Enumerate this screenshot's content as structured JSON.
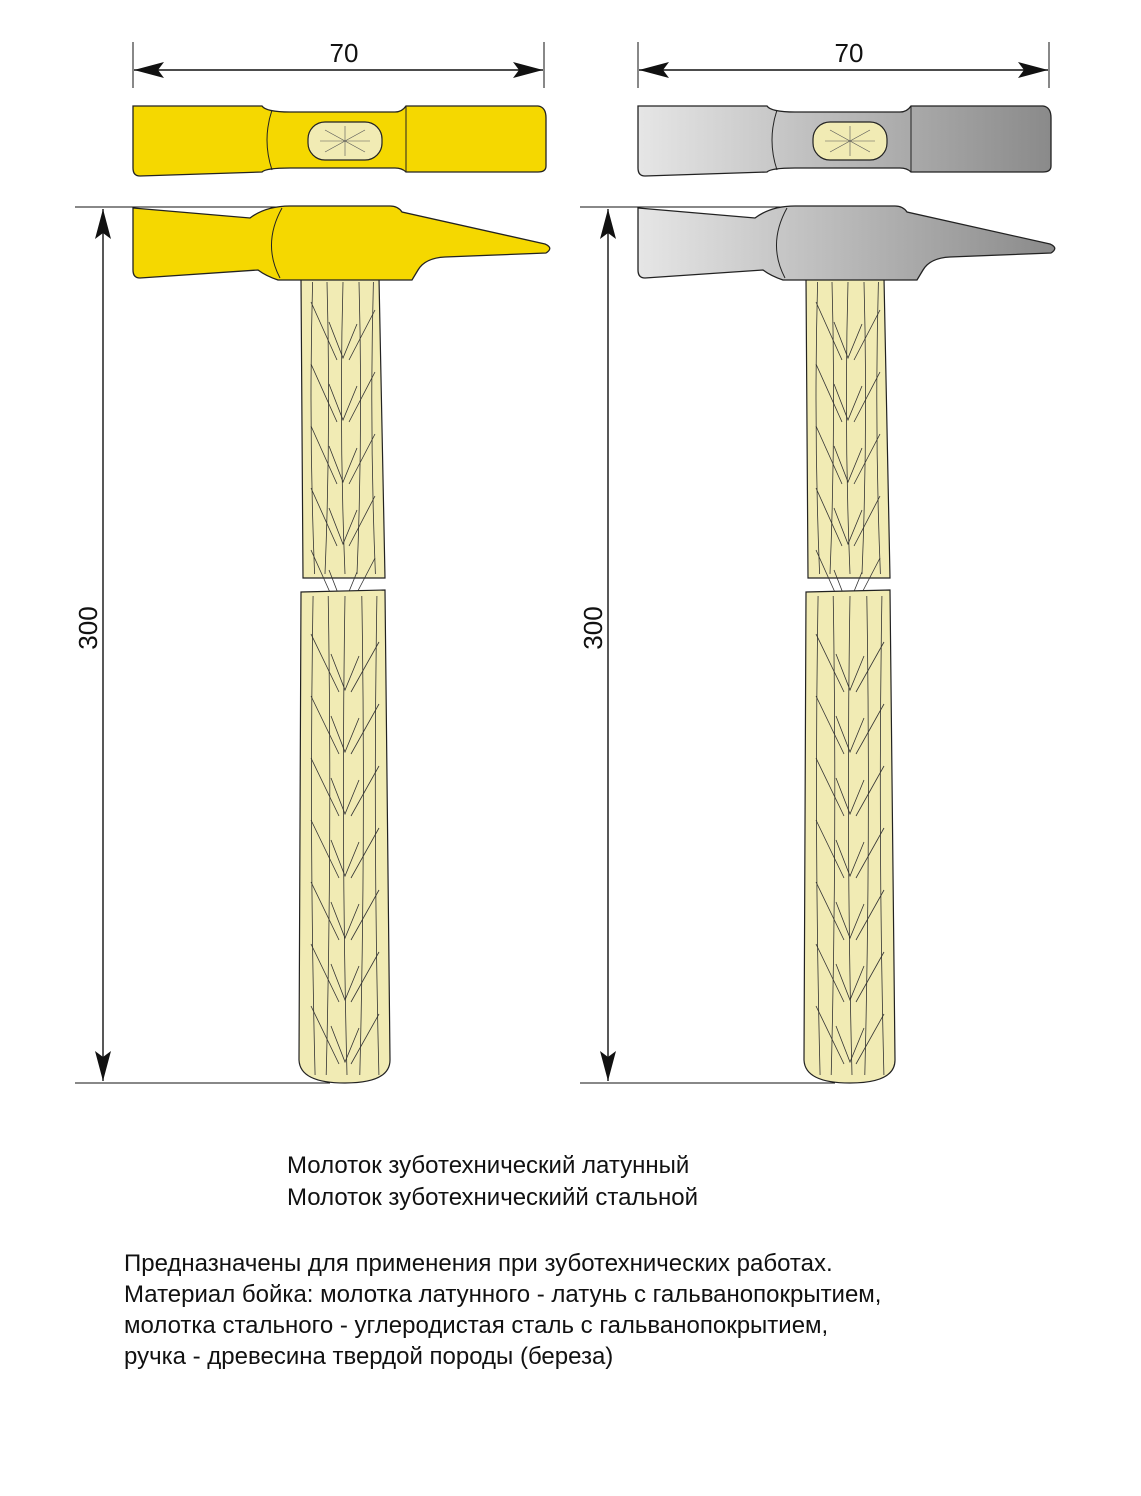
{
  "colors": {
    "brass": "#f5d800",
    "steel_light": "#e4e4e4",
    "steel_dark": "#8d8d8d",
    "wood": "#f1ebb4",
    "outline": "#222222"
  },
  "hammers": [
    {
      "material": "brass",
      "width_label": "70",
      "length_label": "300"
    },
    {
      "material": "steel",
      "width_label": "70",
      "length_label": "300"
    }
  ],
  "titles": [
    "Молоток зуботехнический латунный",
    "Молоток зуботехническийй стальной"
  ],
  "description": [
    "Предназначены для применения при зуботехнических работах.",
    "Материал бойка: молотка латунного - латунь с гальванопокрытием,",
    "молотка стального - углеродистая сталь с гальванопокрытием,",
    "ручка - древесина твердой породы (береза)"
  ]
}
